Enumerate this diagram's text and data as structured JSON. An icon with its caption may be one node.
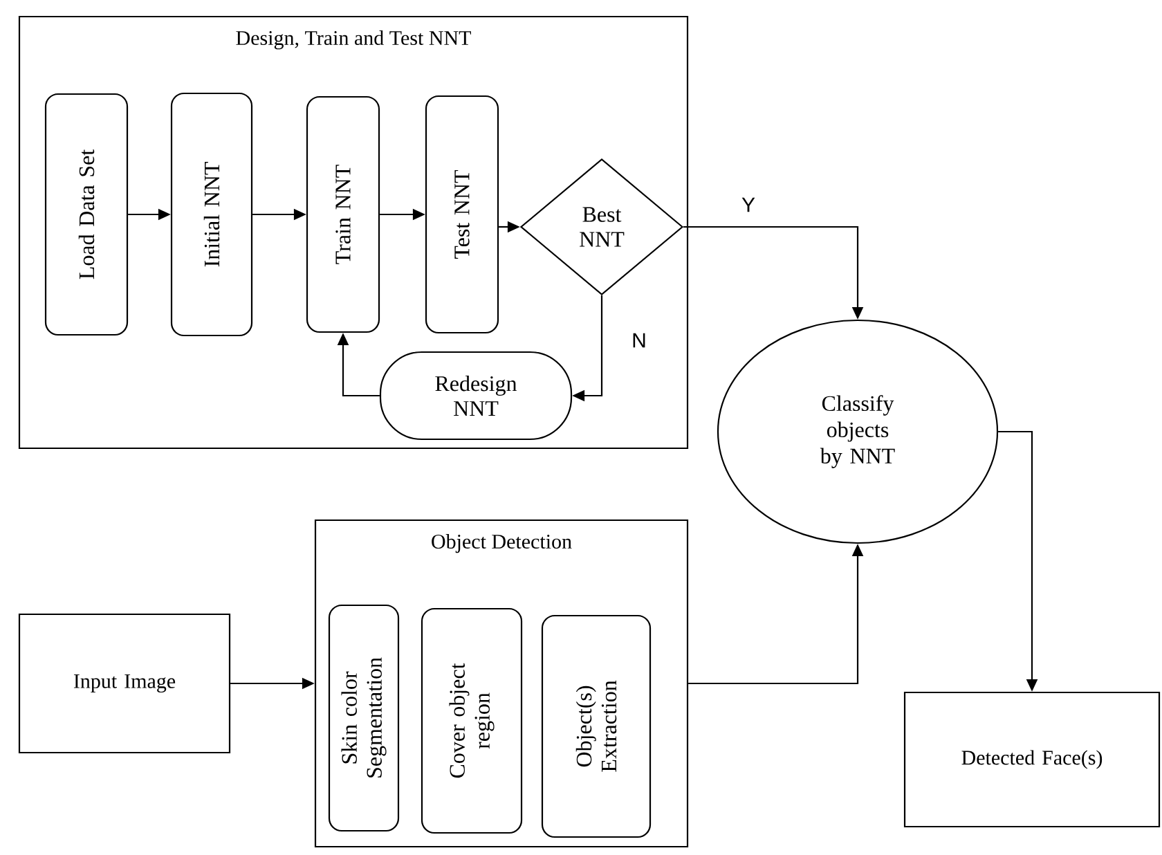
{
  "diagram": {
    "nodes": [
      {
        "text": [
          "Design, Train and Test NNT"
        ]
      },
      {
        "text": [
          "Load Data Set"
        ],
        "in": 0
      },
      {
        "text": [
          "Initial NNT"
        ],
        "in": 0
      },
      {
        "text": [
          "Train NNT"
        ],
        "in": 0
      },
      {
        "text": [
          "Test NNT"
        ],
        "in": 0
      },
      {
        "text": [
          "Best NNT"
        ],
        "in": 0
      },
      {
        "text": [
          "Redesign NNT"
        ],
        "in": 0
      },
      {
        "text": [
          "Classify objects by NNT"
        ]
      },
      {
        "text": [
          "Input Image"
        ]
      },
      {
        "text": [
          "Object Detection"
        ]
      },
      {
        "text": [
          "Skin color Segmentation"
        ],
        "in": 9
      },
      {
        "text": [
          "Cover object region"
        ],
        "in": 9
      },
      {
        "text": [
          "Object(s) Extraction"
        ],
        "in": 9
      },
      {
        "text": [
          "Detected Face(s)"
        ]
      }
    ],
    "edges": [
      {
        "from": 1,
        "to": 2,
        "arrow": "to"
      },
      {
        "from": 2,
        "to": 3,
        "arrow": "to"
      },
      {
        "from": 3,
        "to": 4,
        "arrow": "to"
      },
      {
        "from": 4,
        "to": 5,
        "arrow": "to"
      },
      {
        "from": 5,
        "to": 7,
        "arrow": "to",
        "label": "Y"
      },
      {
        "from": 5,
        "to": 6,
        "arrow": "to",
        "label": "N"
      },
      {
        "from": 6,
        "to": 3,
        "arrow": "to"
      },
      {
        "from": 8,
        "to": 9,
        "arrow": "to"
      },
      {
        "from": 9,
        "to": 7,
        "arrow": "to"
      },
      {
        "from": 7,
        "to": 13,
        "arrow": "to"
      }
    ]
  }
}
